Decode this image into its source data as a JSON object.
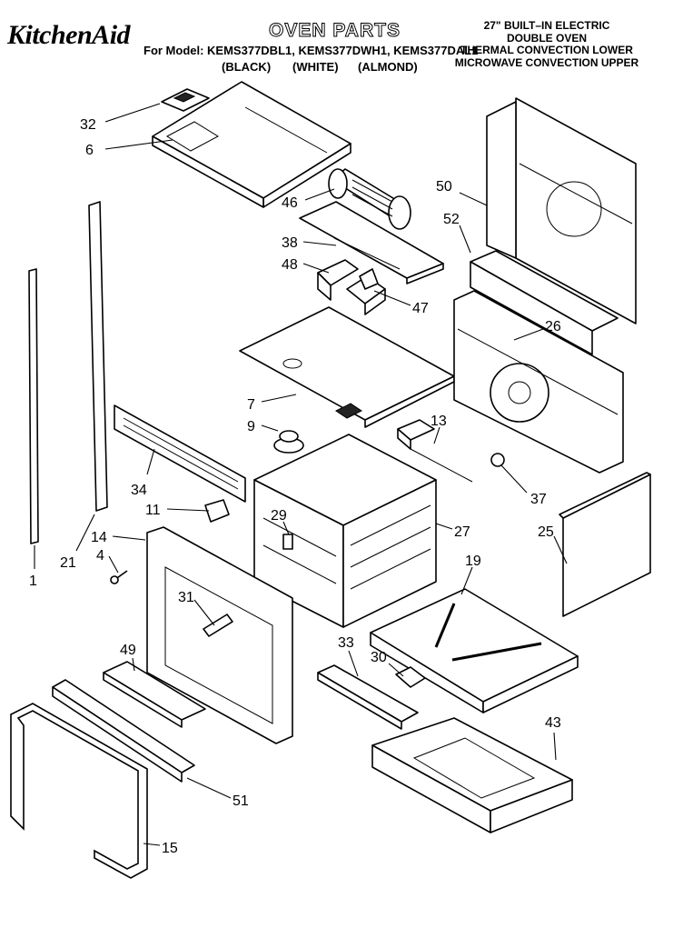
{
  "header": {
    "brand": "KitchenAid",
    "title": "OVEN PARTS",
    "models_line": "For Model: KEMS377DBL1, KEMS377DWH1, KEMS377DAL1",
    "colors": [
      "(BLACK)",
      "(WHITE)",
      "(ALMOND)"
    ],
    "description": [
      "27\" BUILT–IN ELECTRIC",
      "DOUBLE OVEN",
      "THERMAL CONVECTION LOWER",
      "MICROWAVE CONVECTION UPPER"
    ]
  },
  "callouts": [
    "32",
    "6",
    "46",
    "50",
    "52",
    "38",
    "48",
    "47",
    "26",
    "7",
    "9",
    "13",
    "34",
    "11",
    "29",
    "37",
    "14",
    "4",
    "21",
    "1",
    "27",
    "25",
    "31",
    "19",
    "49",
    "33",
    "30",
    "43",
    "51",
    "15"
  ]
}
